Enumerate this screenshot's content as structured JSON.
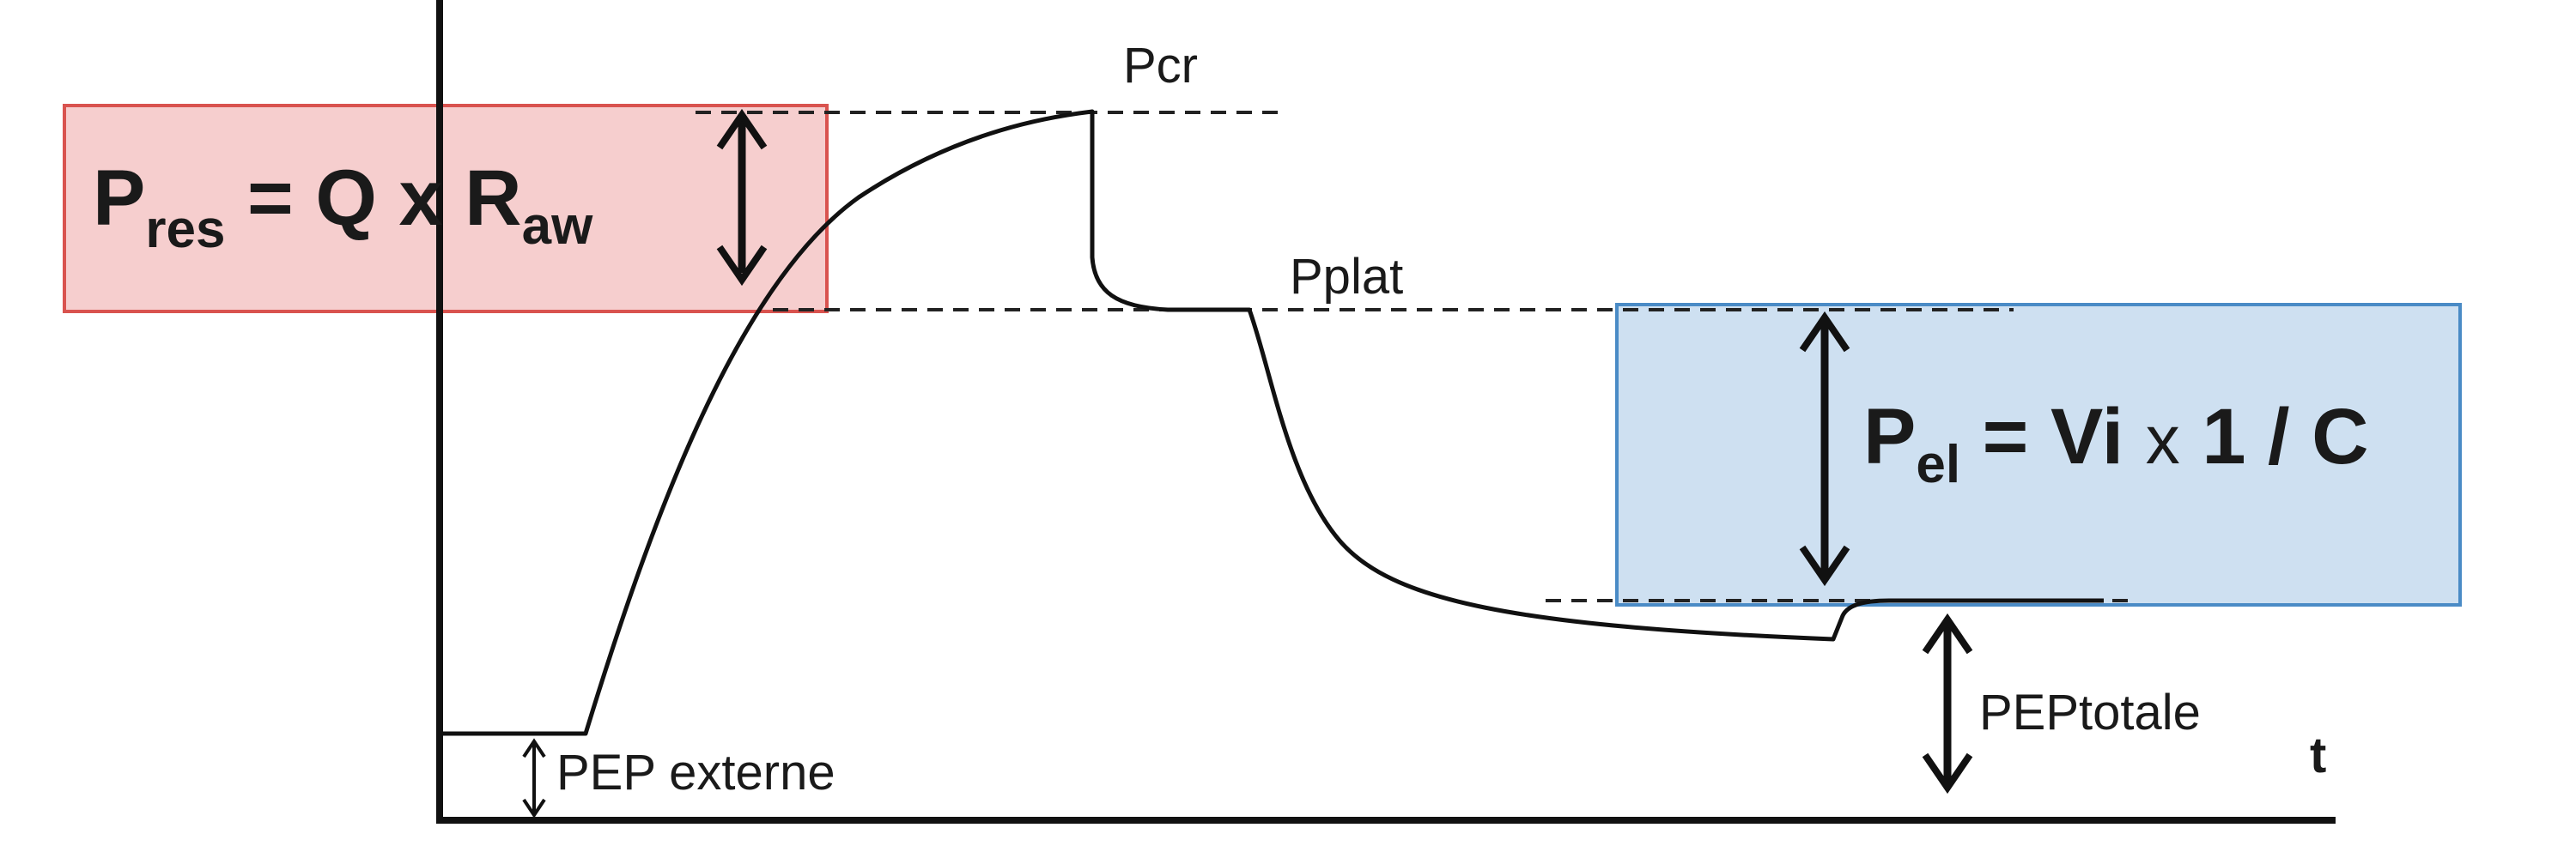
{
  "labels": {
    "peak": "Pcr",
    "plateau": "Pplat",
    "peep_external": "PEP externe",
    "peep_total": "PEPtotale",
    "time_axis": "t"
  },
  "formula_resistive": {
    "symbol": "P",
    "subscript": "res",
    "rhs": " = Q x R",
    "rhs_subscript": "aw"
  },
  "formula_elastic": {
    "symbol": "P",
    "subscript": "el",
    "rhs": " = Vi ",
    "operator": "x",
    "rhs_end": " 1 / C"
  },
  "colors": {
    "resistive_fill": "#f4c5c5",
    "resistive_border": "#d9534f",
    "elastic_fill": "#c9ddef",
    "elastic_border": "#4a8bc6",
    "curve": "#111111"
  }
}
